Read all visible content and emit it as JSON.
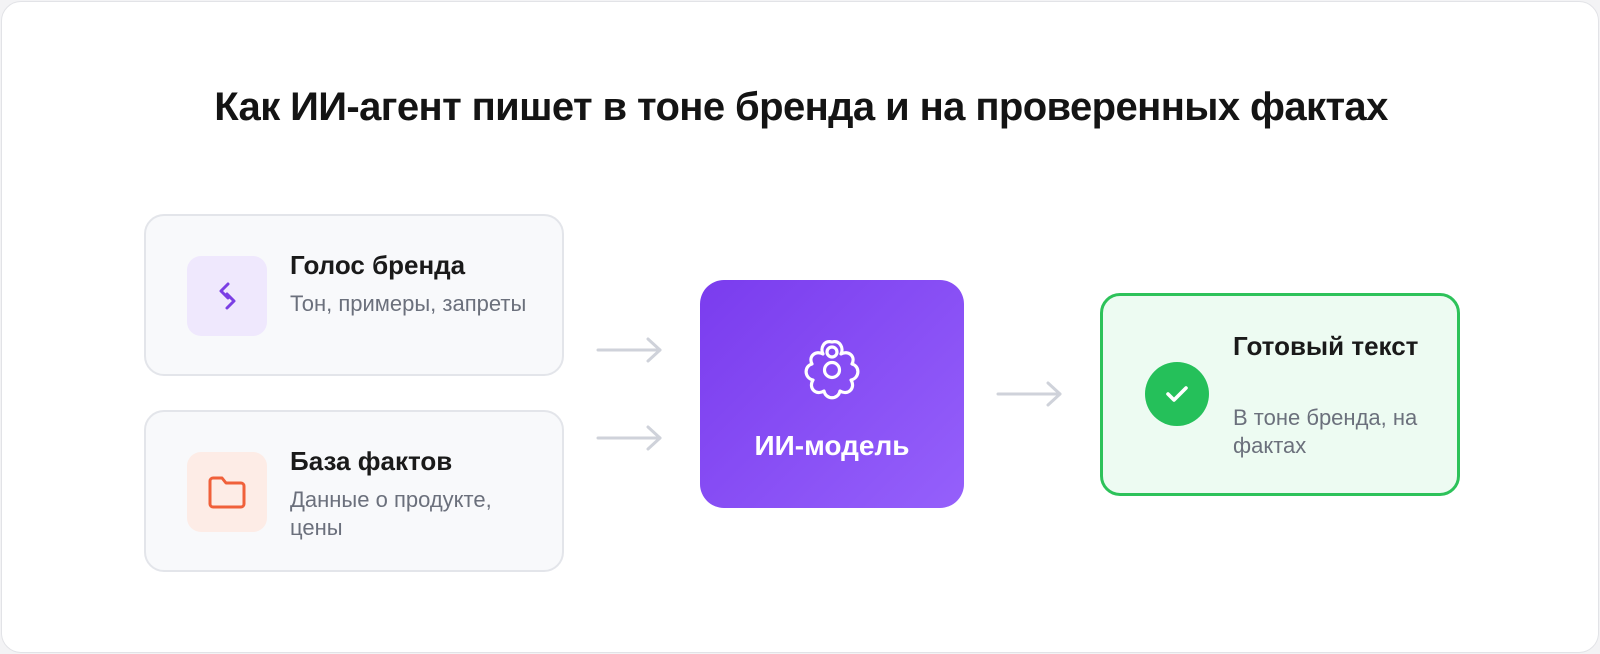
{
  "title": "Как ИИ-агент пишет в тоне бренда и на проверенных фактах",
  "inputs": [
    {
      "title": "Голос бренда",
      "subtitle": "Тон, примеры, запреты",
      "icon": "code-brackets-icon",
      "accent": "#7b3fe4",
      "icon_bg": "#efe8fd"
    },
    {
      "title": "База фактов",
      "subtitle": "Данные о продукте, цены",
      "icon": "folder-icon",
      "accent": "#f0603a",
      "icon_bg": "#fdece6"
    }
  ],
  "model": {
    "label": "ИИ-модель",
    "icon": "model-flower-icon",
    "color": "#8b4cf6"
  },
  "output": {
    "title": "Готовый текст",
    "subtitle": "В тоне бренда, на фактах",
    "icon": "checkmark-icon",
    "accent": "#2dc25a"
  },
  "arrow_color": "#cfd2da"
}
